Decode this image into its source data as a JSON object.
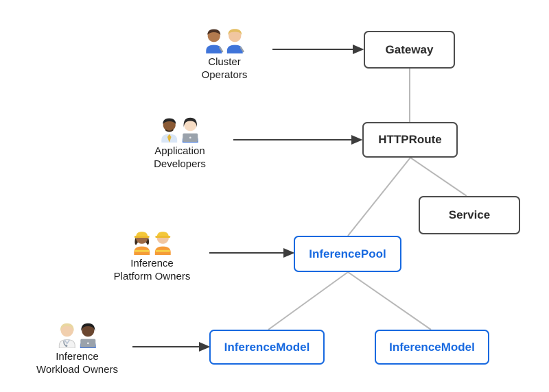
{
  "diagram": {
    "background_color": "#ffffff",
    "colors": {
      "dark_node_border": "#4d4d4d",
      "dark_node_text": "#2b2b2b",
      "blue_node": "#1769e0",
      "connector_line": "#b8b8b8",
      "actor_arrow": "#3d3d3d",
      "persona_text": "#1d1d1d"
    },
    "personas": [
      {
        "id": "cluster-operators",
        "icon": "mechanics-icon",
        "emoji": "👨🏽‍🔧👩🏼‍🔧",
        "label_lines": [
          "Cluster",
          "Operators"
        ]
      },
      {
        "id": "application-developers",
        "icon": "developers-icon",
        "emoji": "👨🏾‍💼👩🏻‍💻",
        "label_lines": [
          "Application",
          "Developers"
        ]
      },
      {
        "id": "inference-platform-owners",
        "icon": "construction-workers-icon",
        "emoji": "👷🏾‍♀️👷🏻",
        "label_lines": [
          "Inference",
          "Platform Owners"
        ]
      },
      {
        "id": "inference-workload-owners",
        "icon": "health-worker-technologist-icon",
        "emoji": "🧑🏼‍⚕️🧑🏿‍💻",
        "label_lines": [
          "Inference",
          "Workload Owners"
        ]
      }
    ],
    "nodes": [
      {
        "id": "gateway",
        "label": "Gateway",
        "style": "dark"
      },
      {
        "id": "httproute",
        "label": "HTTPRoute",
        "style": "dark"
      },
      {
        "id": "service",
        "label": "Service",
        "style": "dark"
      },
      {
        "id": "inferencepool",
        "label": "InferencePool",
        "style": "blue"
      },
      {
        "id": "inferencemodel-left",
        "label": "InferenceModel",
        "style": "blue"
      },
      {
        "id": "inferencemodel-right",
        "label": "InferenceModel",
        "style": "blue"
      }
    ],
    "edges": [
      {
        "from": "gateway",
        "to": "httproute"
      },
      {
        "from": "httproute",
        "to": "service"
      },
      {
        "from": "httproute",
        "to": "inferencepool"
      },
      {
        "from": "inferencepool",
        "to": "inferencemodel-left"
      },
      {
        "from": "inferencepool",
        "to": "inferencemodel-right"
      }
    ],
    "actor_arrows": [
      {
        "from": "cluster-operators",
        "to": "gateway"
      },
      {
        "from": "application-developers",
        "to": "httproute"
      },
      {
        "from": "inference-platform-owners",
        "to": "inferencepool"
      },
      {
        "from": "inference-workload-owners",
        "to": "inferencemodel-left"
      }
    ]
  }
}
